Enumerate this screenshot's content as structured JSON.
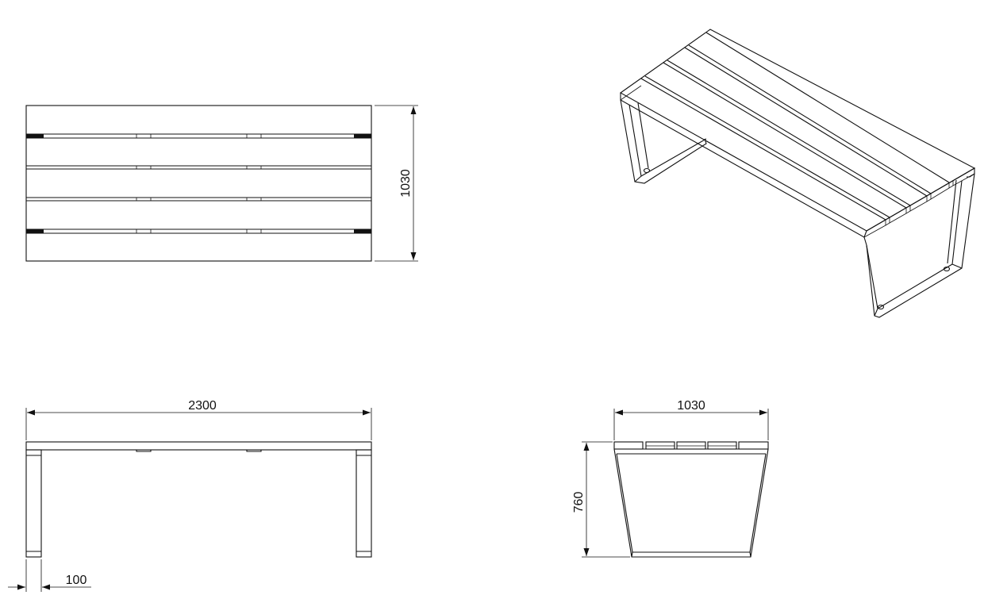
{
  "dimensions": {
    "top_view_depth": "1030",
    "front_view_length": "2300",
    "front_view_leg_width": "100",
    "side_view_width": "1030",
    "side_view_height": "760"
  }
}
